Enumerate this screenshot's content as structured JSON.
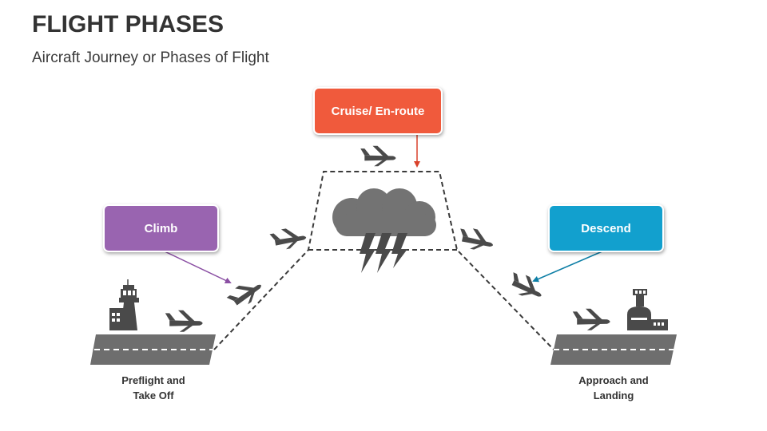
{
  "header": {
    "title": "FLIGHT PHASES",
    "subtitle": "Aircraft Journey or Phases of Flight"
  },
  "phases": {
    "cruise": {
      "label": "Cruise/ En-route",
      "color": "#F05A3C",
      "arrow_color": "#D9412A"
    },
    "climb": {
      "label": "Climb",
      "color": "#9964B0",
      "arrow_color": "#8A4EA3"
    },
    "descend": {
      "label": "Descend",
      "color": "#12A0CE",
      "arrow_color": "#0E7FA6"
    }
  },
  "captions": {
    "left_line1": "Preflight and",
    "left_line2": "Take Off",
    "right_line1": "Approach and",
    "right_line2": "Landing"
  },
  "colors": {
    "icon": "#4A4A4A",
    "runway": "#6E6E6E",
    "path": "#3A3A3A",
    "cloud": "#737373"
  },
  "icons": [
    "airplane-icon",
    "control-tower-icon",
    "storm-cloud-icon",
    "airport-terminal-icon"
  ]
}
